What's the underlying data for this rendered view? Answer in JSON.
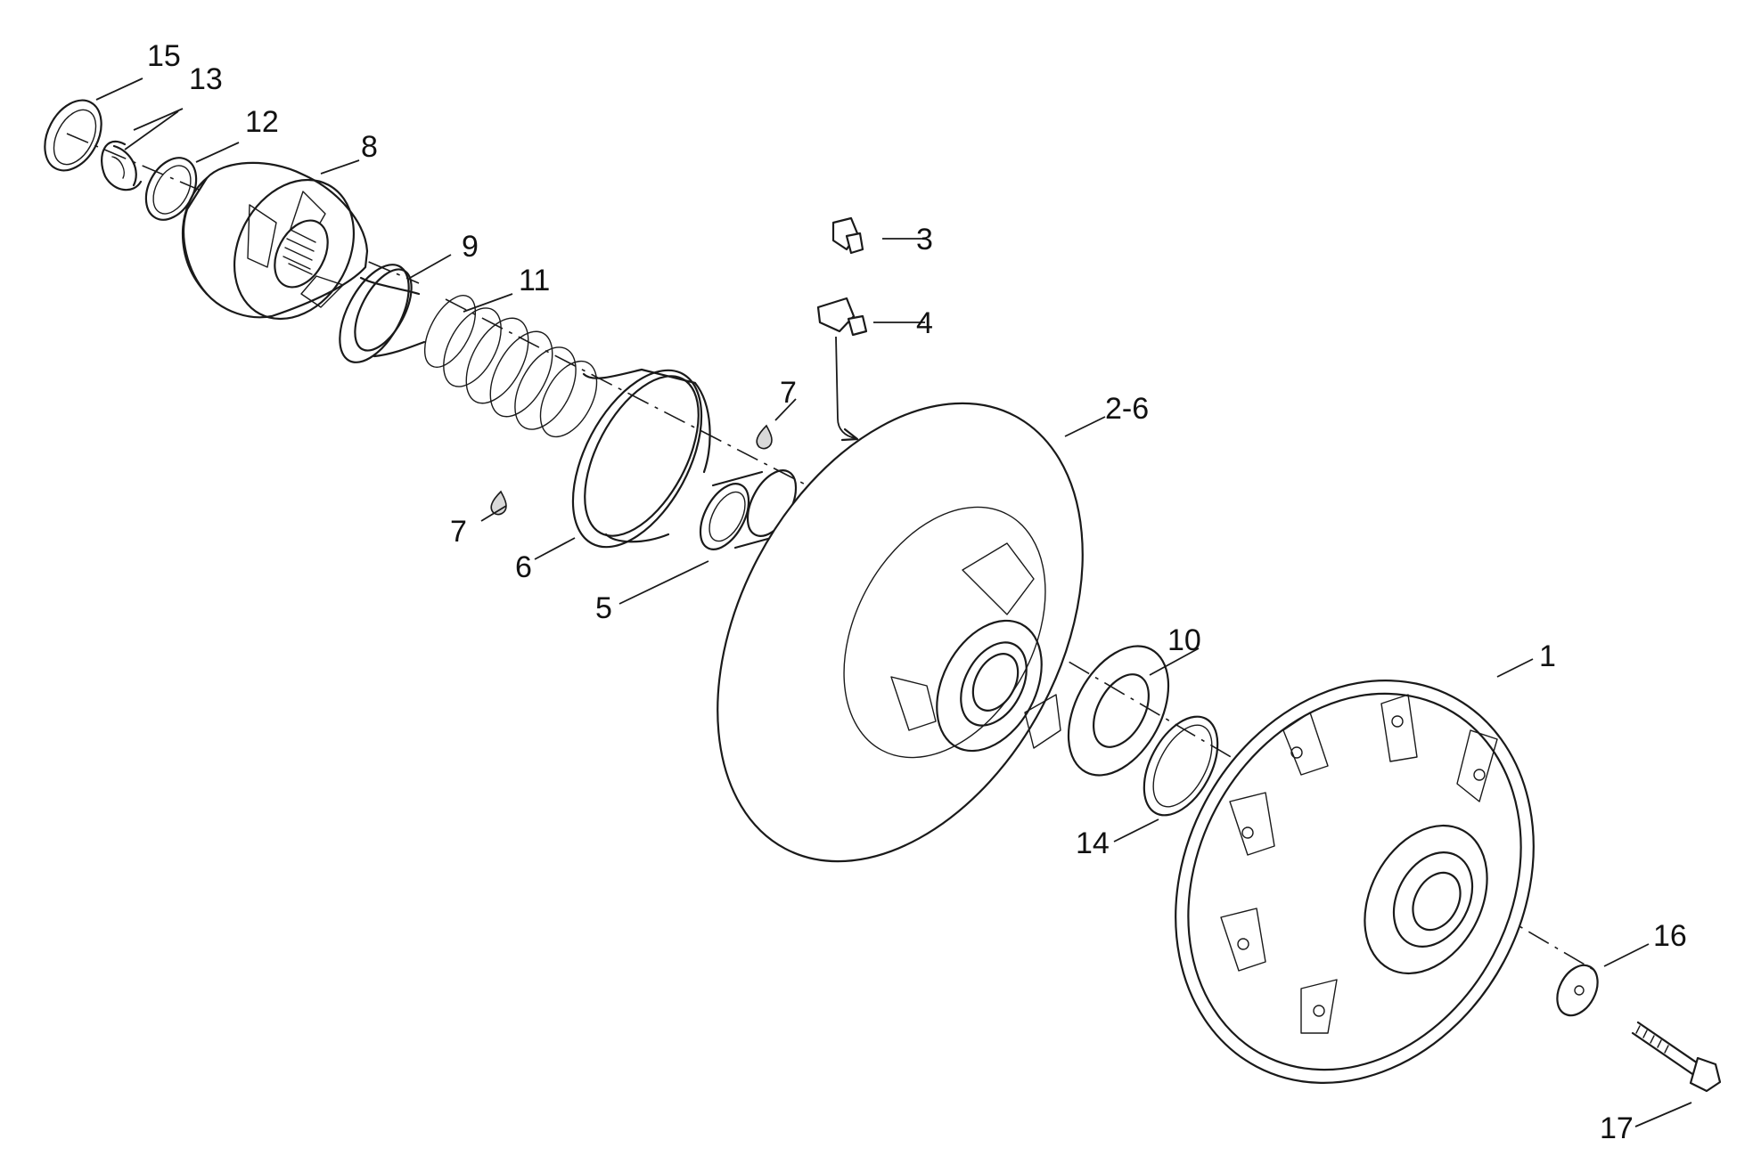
{
  "callouts": [
    {
      "key": "c15",
      "label": "15"
    },
    {
      "key": "c13",
      "label": "13"
    },
    {
      "key": "c12",
      "label": "12"
    },
    {
      "key": "c8",
      "label": "8"
    },
    {
      "key": "c9",
      "label": "9"
    },
    {
      "key": "c11",
      "label": "11"
    },
    {
      "key": "c3",
      "label": "3"
    },
    {
      "key": "c4",
      "label": "4"
    },
    {
      "key": "c7a",
      "label": "7"
    },
    {
      "key": "c7b",
      "label": "7"
    },
    {
      "key": "c2_6",
      "label": "2-6"
    },
    {
      "key": "c6",
      "label": "6"
    },
    {
      "key": "c5",
      "label": "5"
    },
    {
      "key": "c10",
      "label": "10"
    },
    {
      "key": "c1",
      "label": "1"
    },
    {
      "key": "c14",
      "label": "14"
    },
    {
      "key": "c16",
      "label": "16"
    },
    {
      "key": "c17",
      "label": "17"
    }
  ]
}
